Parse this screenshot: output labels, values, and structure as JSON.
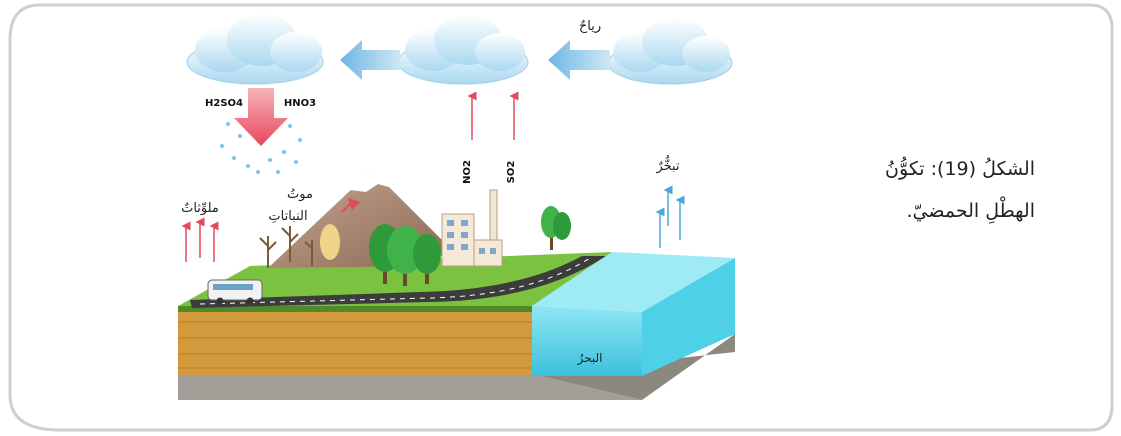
{
  "caption": {
    "line1": "الشكلُ (19): تكوُّنُ",
    "line2": "الهطْلِ الحمضيّ."
  },
  "labels": {
    "winds": "رياحٌ",
    "h2so4": "H2SO4",
    "hno3": "HNO3",
    "no2": "NO2",
    "so2": "SO2",
    "evaporation": "تبخُّرٌ",
    "pollutants": "ملوِّثاتٌ",
    "plant_death_1": "موتُ",
    "plant_death_2": "النباتاتِ",
    "sea": "البحرُ"
  },
  "colors": {
    "frame_border": "#c8c8c8",
    "cloud": "#bfe3f5",
    "wind_arrow": "#8cc3e6",
    "rain_arrow": "#ee5a6a",
    "grass": "#7cc241",
    "soil": "#d29a3c",
    "sea": "#5fd0e6",
    "mountain": "#a0826d"
  }
}
